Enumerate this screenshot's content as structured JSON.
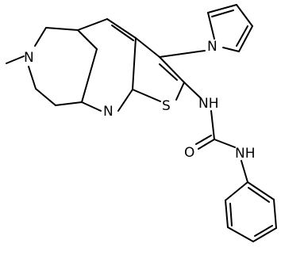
{
  "molecule": {
    "atom_labels": {
      "N_methyl": "N",
      "N_pyridine": "N",
      "S_thiophene": "S",
      "N_pyrrole": "N",
      "NH_upper": "NH",
      "O_carbonyl": "O",
      "NH_lower": "NH"
    }
  }
}
